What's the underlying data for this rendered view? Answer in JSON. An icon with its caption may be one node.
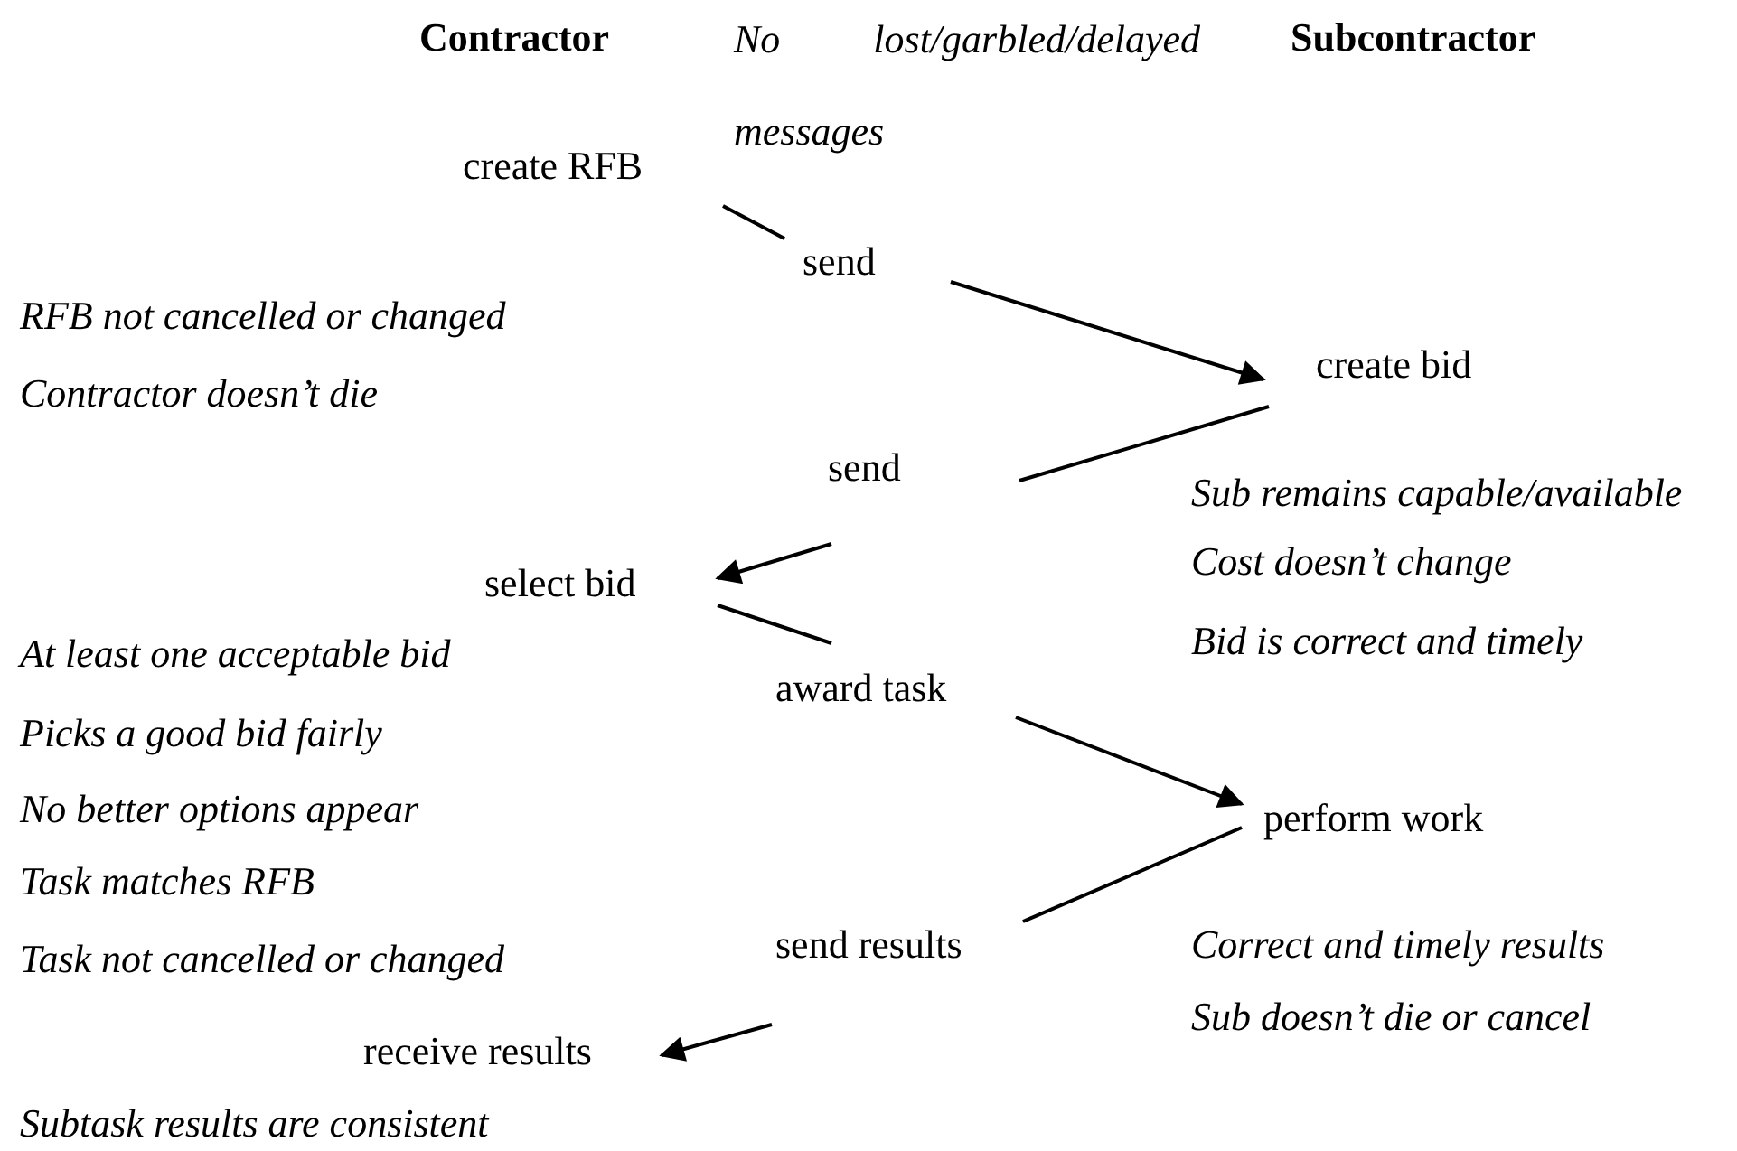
{
  "diagram": {
    "nodes": [
      {
        "text": [
          "create RFB"
        ]
      },
      {
        "text": [
          "send"
        ]
      },
      {
        "text": [
          "create bid"
        ]
      },
      {
        "text": [
          "send"
        ]
      },
      {
        "text": [
          "select bid"
        ]
      },
      {
        "text": [
          "award task"
        ]
      },
      {
        "text": [
          "perform work"
        ]
      },
      {
        "text": [
          "send results"
        ]
      },
      {
        "text": [
          "receive results"
        ]
      }
    ],
    "edges": [
      {
        "from": 0,
        "to": 1,
        "arrow": "none"
      },
      {
        "from": 1,
        "to": 2,
        "arrow": "to"
      },
      {
        "from": 2,
        "to": 3,
        "arrow": "none"
      },
      {
        "from": 3,
        "to": 4,
        "arrow": "to"
      },
      {
        "from": 4,
        "to": 5,
        "arrow": "none"
      },
      {
        "from": 5,
        "to": 6,
        "arrow": "to"
      },
      {
        "from": 6,
        "to": 7,
        "arrow": "none"
      },
      {
        "from": 7,
        "to": 8,
        "arrow": "to"
      }
    ],
    "labels": [
      "Contractor",
      "No lost/garbled/delayed messages",
      "Subcontractor",
      "RFB not cancelled or changed",
      "Contractor doesn’t die",
      "Sub remains capable/available",
      "Cost doesn’t change",
      "Bid is correct and timely",
      "At least one acceptable bid",
      "Picks a good bid fairly",
      "No better options appear",
      "Task matches RFB",
      "Task not cancelled or changed",
      "Correct and timely results",
      "Sub doesn’t die or cancel",
      "Subtask results are consistent"
    ]
  }
}
